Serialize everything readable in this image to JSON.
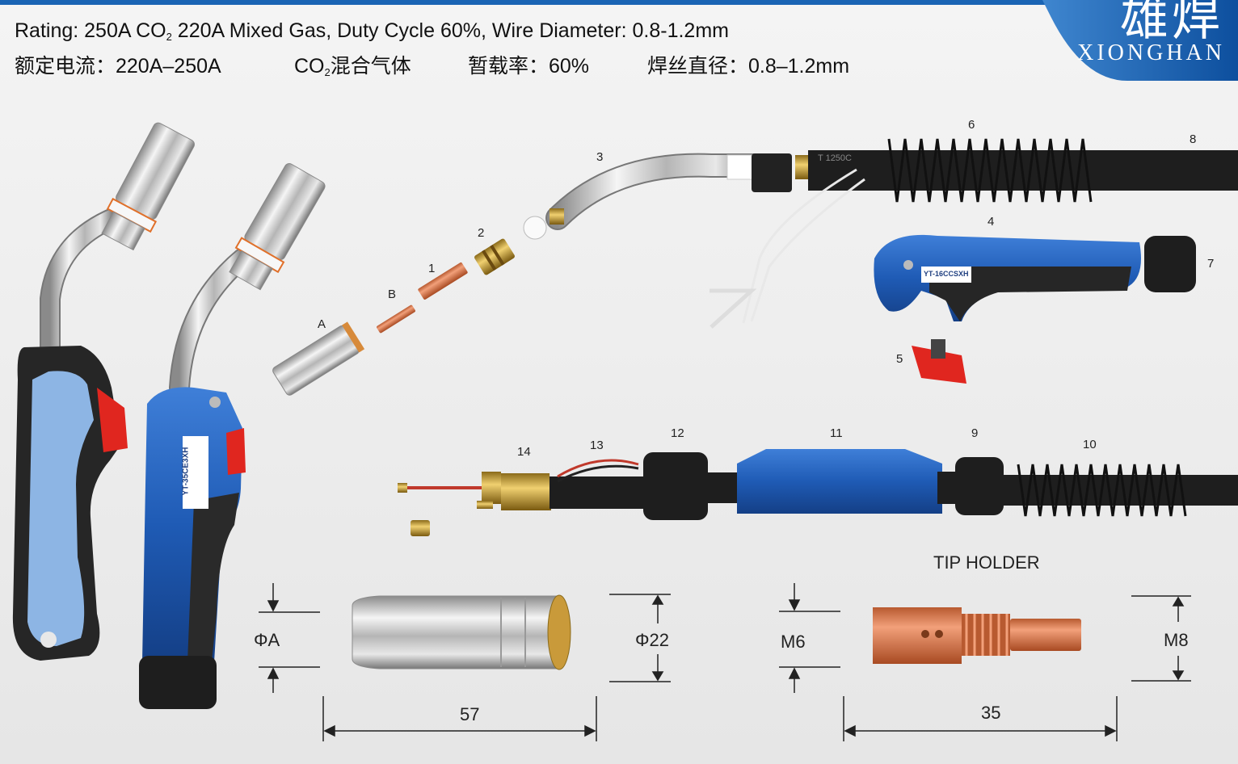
{
  "header": {
    "line1_a": "Rating: 250A CO",
    "line1_sub": "2",
    "line1_b": " 220A Mixed Gas, Duty Cycle 60%, Wire Diameter: 0.8-1.2mm",
    "cn_current": "额定电流：220A–250A",
    "cn_gas_a": "CO",
    "cn_gas_sub": "2",
    "cn_gas_b": "混合气体",
    "cn_duty": "暂载率：60%",
    "cn_wire": "焊丝直径：0.8–1.2mm"
  },
  "logo": {
    "cn": "雄焊",
    "en": "XIONGHAN"
  },
  "colors": {
    "brand_blue": "#1565b8",
    "handle_blue": "#1f5bb5",
    "light_blue": "#8fb6e6",
    "copper": "#d8774a",
    "trigger_red": "#e0261f"
  },
  "labels": {
    "p1": "1",
    "p2": "2",
    "p3": "3",
    "p4": "4",
    "p5": "5",
    "p6": "6",
    "p7": "7",
    "p8": "8",
    "p9": "9",
    "p10": "10",
    "p11": "11",
    "p12": "12",
    "p13": "13",
    "p14": "14",
    "pA": "A",
    "pB": "B"
  },
  "handle_texts": {
    "t1": "YT-16CCSXH",
    "t2": "YT-35CE3XH",
    "t3": "T 1250C"
  },
  "tip_holder_title": "TIP HOLDER",
  "dimensions": {
    "nozzle_inner": "ΦA",
    "nozzle_outer": "Φ22",
    "nozzle_length": "57",
    "holder_left": "M6",
    "holder_right": "M8",
    "holder_length": "35"
  }
}
